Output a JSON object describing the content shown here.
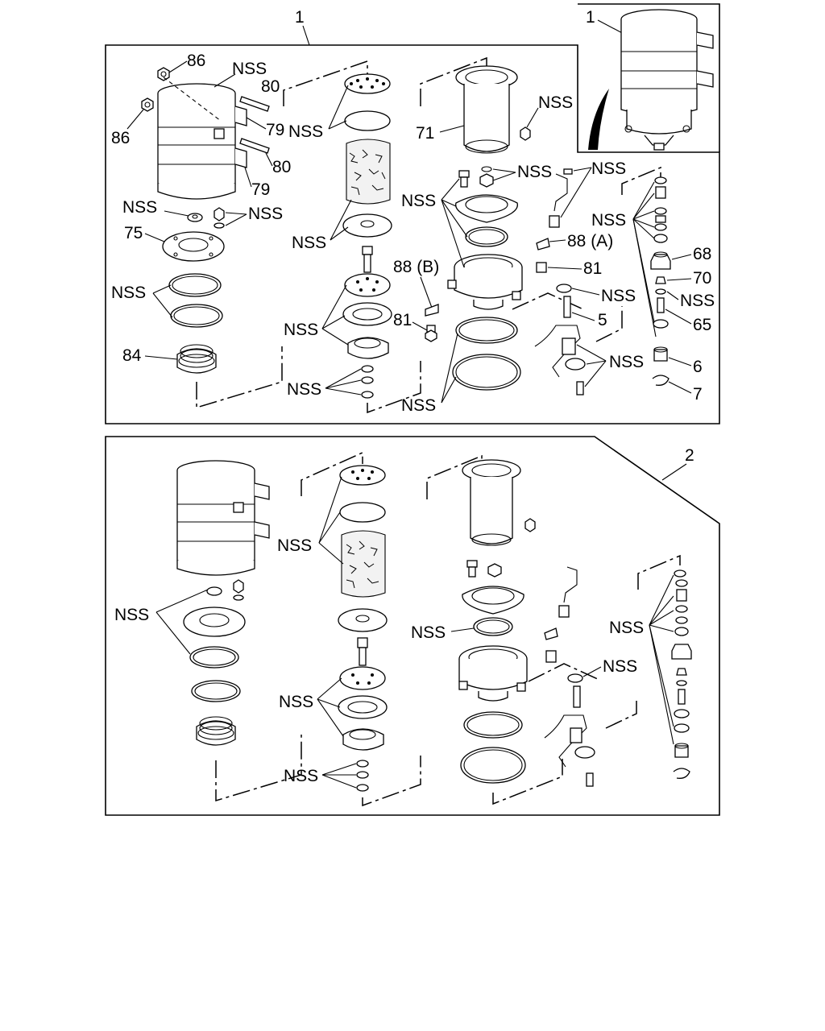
{
  "diagram": {
    "inset_callout": "1",
    "panel_top": {
      "callout": "1",
      "labels": {
        "l86a": "86",
        "l86b": "86",
        "lnss_cap": "NSS",
        "l80a": "80",
        "l79a": "79",
        "l80b": "80",
        "l79b": "79",
        "lnss_plate": "NSS",
        "lnss_nut": "NSS",
        "l75": "75",
        "lnss_rings": "NSS",
        "l84": "84",
        "lnss_screen": "NSS",
        "lnss_element": "NSS",
        "lnss_valve": "NSS",
        "lnss_washers": "NSS",
        "l71": "71",
        "lnss_71": "NSS",
        "lnss_bolt": "NSS",
        "lnss_head": "NSS",
        "l88a": "88 (A)",
        "l81a": "81",
        "l88b": "88 (B)",
        "l81b": "81",
        "lnss_body_rings": "NSS",
        "lnss_washer5": "NSS",
        "l5": "5",
        "lnss_heater": "NSS",
        "lnss_pipe": "NSS",
        "lnss_fit": "NSS",
        "l68": "68",
        "l70": "70",
        "lnss_70": "NSS",
        "l65": "65",
        "l6": "6",
        "l7": "7"
      }
    },
    "panel_bottom": {
      "callout": "2",
      "labels": {
        "lnss_plate": "NSS",
        "lnss_screen": "NSS",
        "lnss_valve": "NSS",
        "lnss_washers": "NSS",
        "lnss_ring": "NSS",
        "lnss_washer": "NSS",
        "lnss_fit": "NSS"
      }
    }
  }
}
